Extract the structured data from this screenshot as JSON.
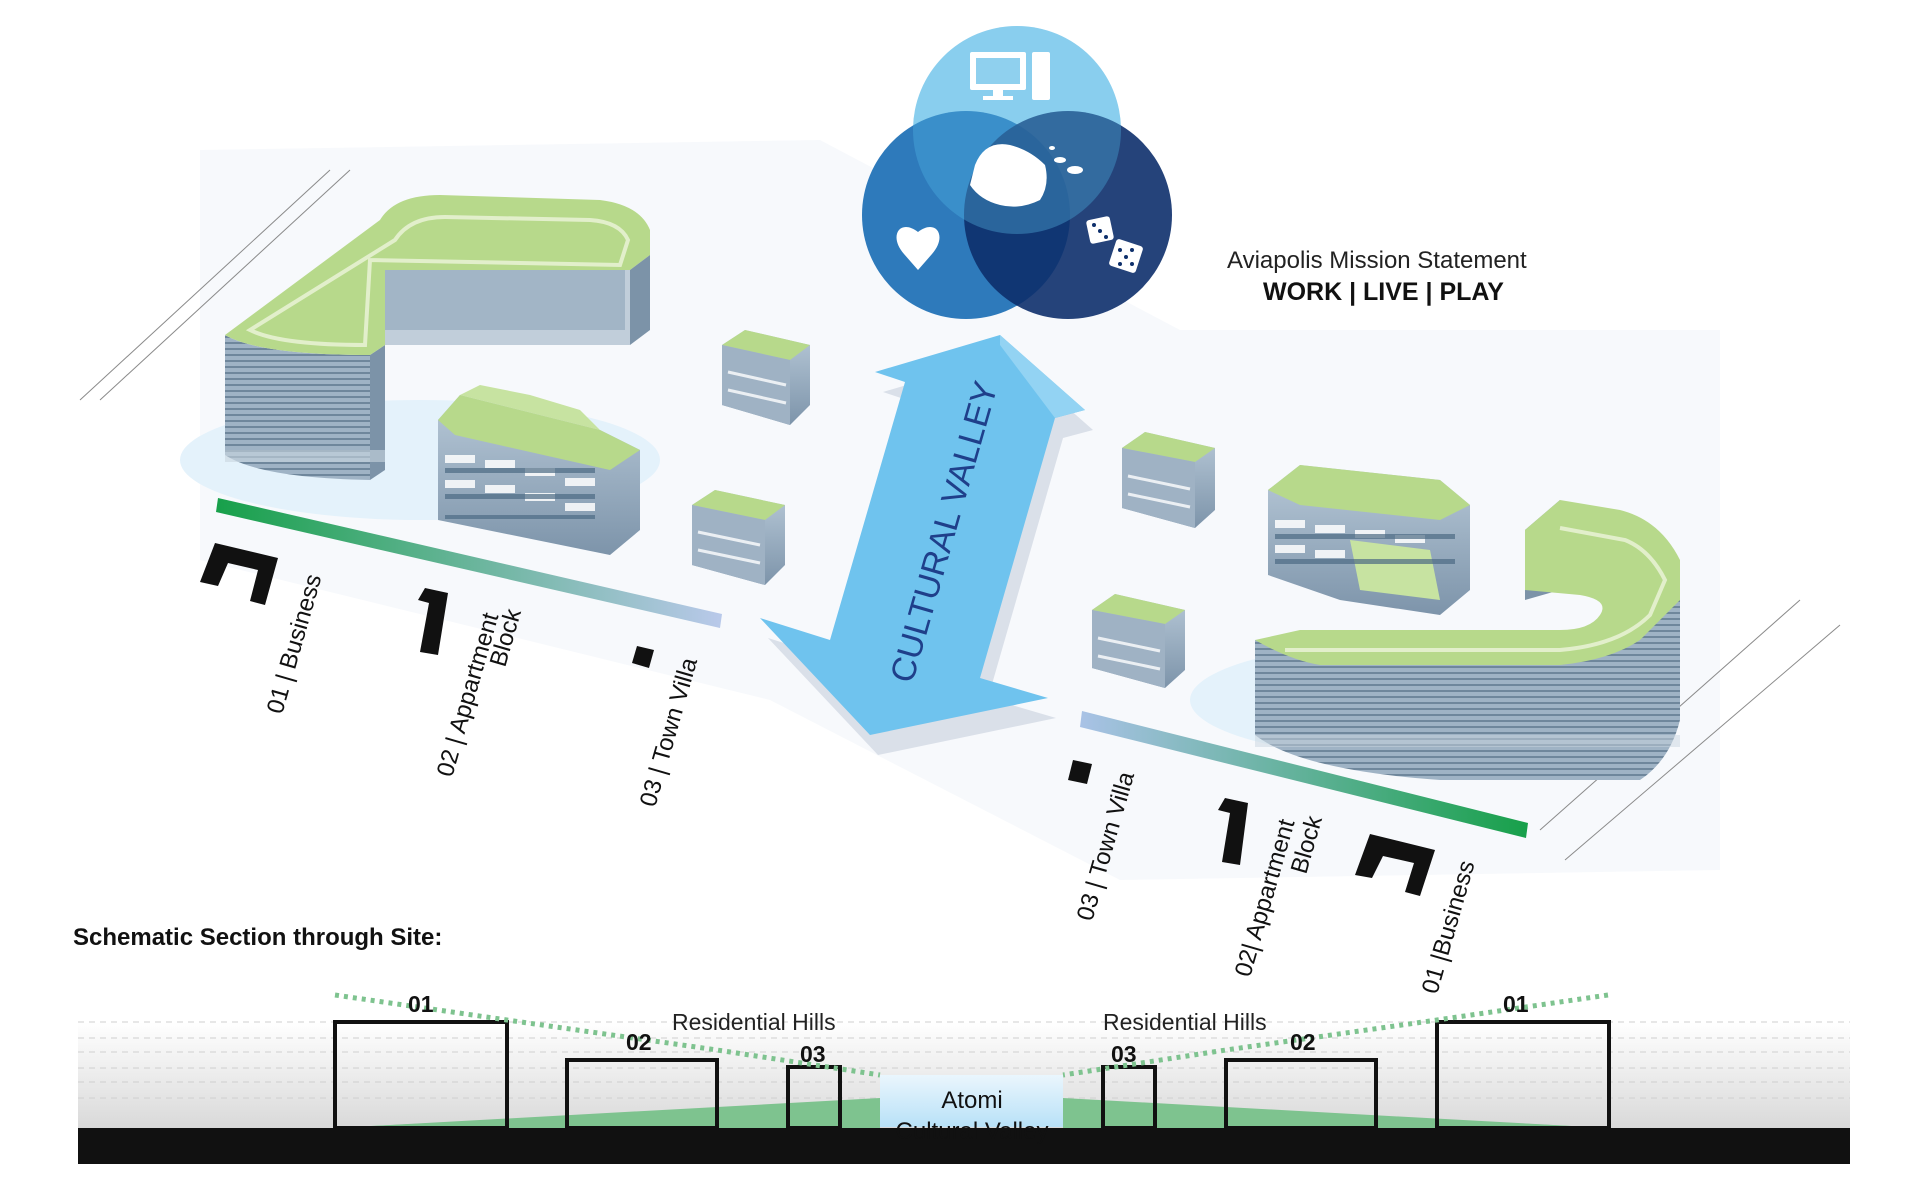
{
  "mission": {
    "title": "Aviapolis Mission Statement",
    "slogan": "WORK | LIVE | PLAY"
  },
  "valley": {
    "arrow_label": "CULTURAL VALLEY"
  },
  "legend_left": [
    {
      "label": "01 | Business"
    },
    {
      "label": "02 | Appartment"
    },
    {
      "label": "Block"
    },
    {
      "label": "03 | Town Villa"
    }
  ],
  "legend_right": [
    {
      "label": "03 | Town Villa"
    },
    {
      "label": "02| Appartment"
    },
    {
      "label": "Block"
    },
    {
      "label": "01 |Business"
    }
  ],
  "section": {
    "title": "Schematic Section through Site:",
    "residential_left": "Residential Hills",
    "residential_right": "Residential Hills",
    "valley_line1": "Atomi",
    "valley_line2": "Cultural Valley",
    "tags": [
      "01",
      "02",
      "03",
      "03",
      "02",
      "01"
    ]
  },
  "colors": {
    "green_roof": "#b7d98b",
    "glass": "#8fa8bd",
    "valley_blue": "#6fc3ee",
    "legend_green": "#17a04a",
    "venn_light": "#8fd0ee",
    "venn_mid": "#1c6fb5",
    "venn_dark": "#0d2f6b",
    "section_green": "#7ec38f"
  },
  "icons": [
    "computer-icon",
    "island-map-icon",
    "heart-icon",
    "dice-icon"
  ]
}
